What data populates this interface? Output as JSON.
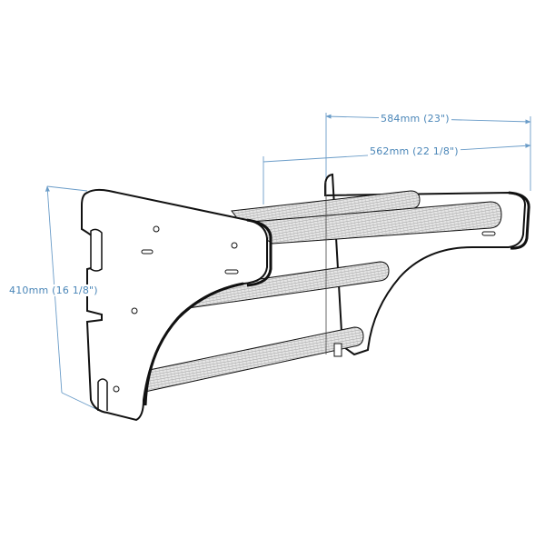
{
  "diagram": {
    "type": "technical product drawing",
    "subject": "wall-mounted rack with three cylindrical bars between two side brackets",
    "colors": {
      "dimension_line": "#6a9cc8",
      "dimension_text": "#4a86b8",
      "outline": "#111111",
      "fill": "#ffffff",
      "bar_texture": "#9a9a9a"
    },
    "dimensions": {
      "width_overall": "584mm (23\")",
      "width_inner": "562mm (22 1/8\")",
      "height": "410mm (16 1/8\")"
    }
  }
}
